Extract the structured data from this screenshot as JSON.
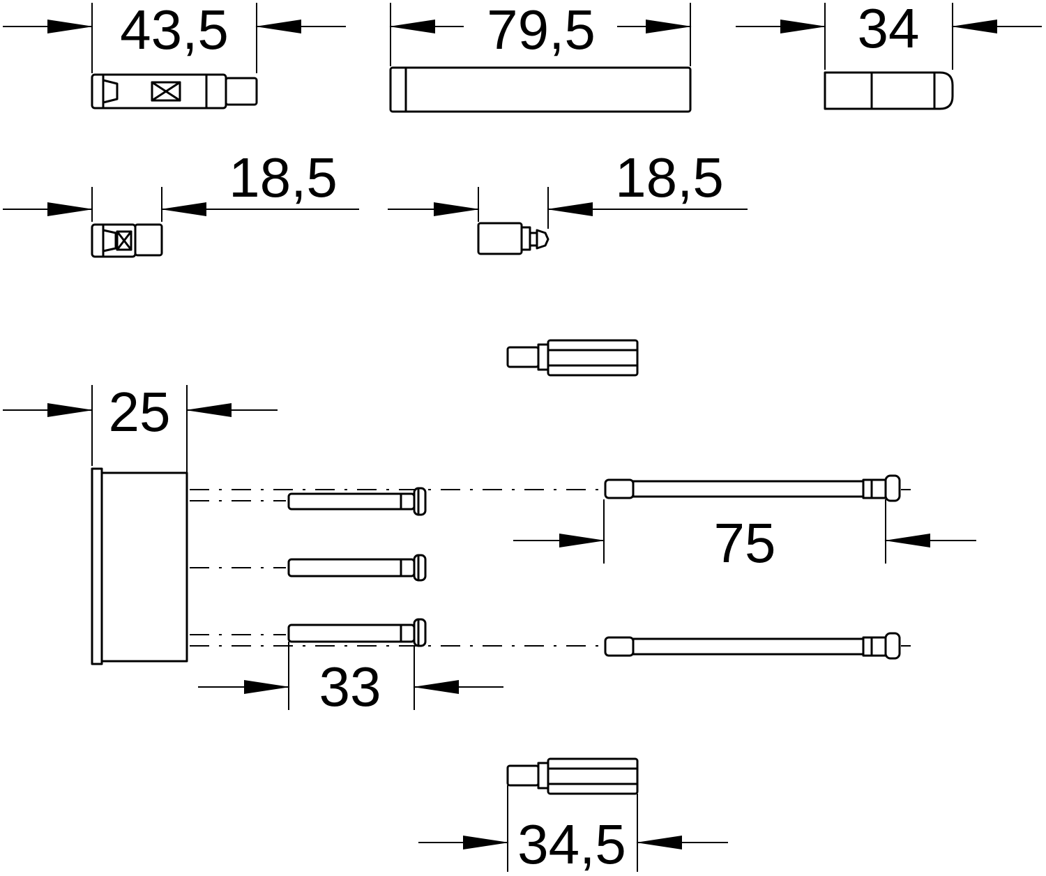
{
  "dimensions": {
    "d_43_5": "43,5",
    "d_79_5": "79,5",
    "d_34": "34",
    "d_18_5_left": "18,5",
    "d_18_5_right": "18,5",
    "d_25": "25",
    "d_75": "75",
    "d_33": "33",
    "d_34_5": "34,5"
  }
}
